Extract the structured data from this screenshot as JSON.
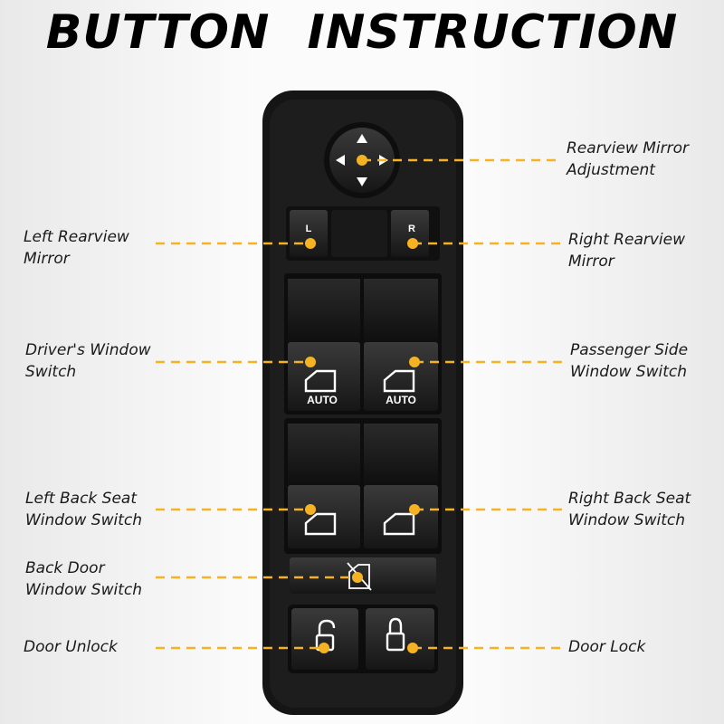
{
  "title": "BUTTON  INSTRUCTION",
  "colors": {
    "accent": "#f5b324",
    "panel": "#1c1c1c",
    "text": "#1a1a1a"
  },
  "switch_panel": {
    "mirror_buttons": {
      "left": "L",
      "right": "R"
    },
    "window_buttons": {
      "driver_auto": "AUTO",
      "passenger_auto": "AUTO"
    },
    "icons": [
      "direction-pad-icon",
      "window-icon",
      "window-lock-icon",
      "unlock-icon",
      "lock-icon"
    ]
  },
  "labels": {
    "rearview_adjust": {
      "line1": "Rearview Mirror",
      "line2": "Adjustment"
    },
    "left_mirror": {
      "line1": "Left Rearview",
      "line2": "Mirror"
    },
    "right_mirror": {
      "line1": "Right Rearview",
      "line2": "Mirror"
    },
    "driver_window": {
      "line1": "Driver's Window",
      "line2": "Switch"
    },
    "passenger_window": {
      "line1": "Passenger Side",
      "line2": "Window Switch"
    },
    "left_back": {
      "line1": "Left Back Seat",
      "line2": "Window Switch"
    },
    "right_back": {
      "line1": "Right Back Seat",
      "line2": "Window Switch"
    },
    "back_door": {
      "line1": "Back Door",
      "line2": "Window Switch"
    },
    "door_unlock": {
      "line1": "Door Unlock"
    },
    "door_lock": {
      "line1": "Door Lock"
    }
  }
}
